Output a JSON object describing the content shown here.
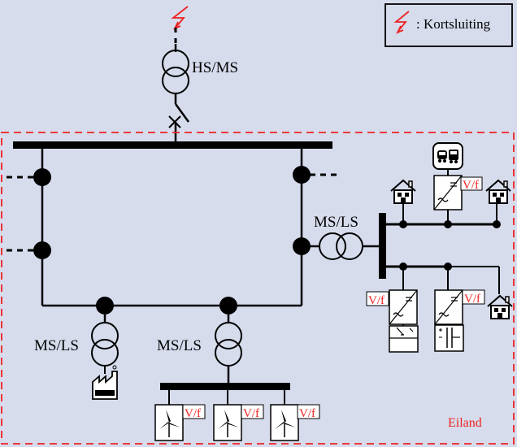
{
  "legend": {
    "icon": "short-circuit-icon",
    "text": ": Kortsluiting"
  },
  "labels": {
    "main_transformer": "HS/MS",
    "transformer_right": "MS/LS",
    "transformer_left": "MS/LS",
    "transformer_middle": "MS/LS",
    "island": "Eiland",
    "vf": "V/f"
  },
  "colors": {
    "background": "#d6dcec",
    "accent": "#ee2222",
    "line": "#000000",
    "box_fill": "#ffffff"
  }
}
